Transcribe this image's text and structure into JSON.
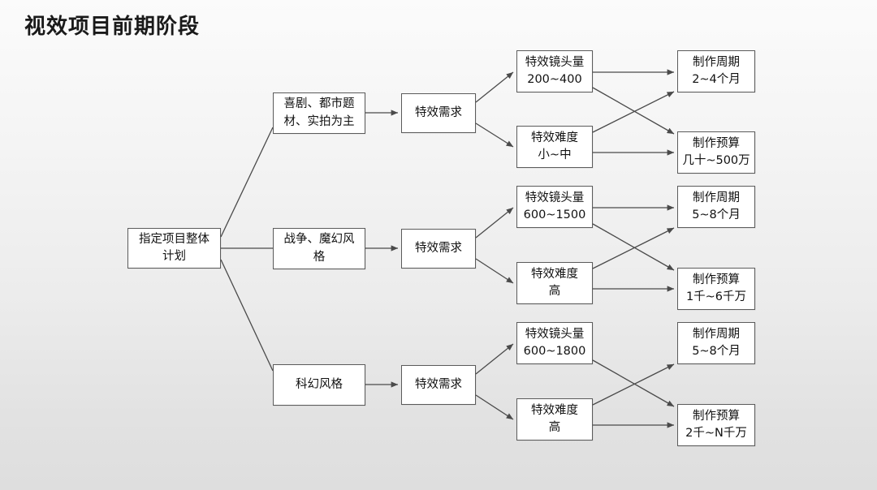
{
  "title": "视效项目前期阶段",
  "theme": {
    "node_fill": "#ffffff",
    "node_border": "#5b5b5b",
    "edge_color": "#4a4a4a",
    "text_color": "#111111",
    "background_top": "#fbfbfb",
    "background_bottom": "#dedede"
  },
  "root": {
    "line1": "指定项目整体",
    "line2": "计划"
  },
  "branches": [
    {
      "id": "branch-comedy",
      "genre": {
        "line1": "喜剧、都市题",
        "line2": "材、实拍为主"
      },
      "demand": {
        "line1": "特效需求",
        "line2": ""
      },
      "shots": {
        "line1": "特效镜头量",
        "line2": "200~400"
      },
      "difficulty": {
        "line1": "特效难度",
        "line2": "小~中"
      },
      "schedule": {
        "line1": "制作周期",
        "line2": "2~4个月"
      },
      "budget": {
        "line1": "制作预算",
        "line2": "几十~500万"
      }
    },
    {
      "id": "branch-war-fantasy",
      "genre": {
        "line1": "战争、魔幻风",
        "line2": "格"
      },
      "demand": {
        "line1": "特效需求",
        "line2": ""
      },
      "shots": {
        "line1": "特效镜头量",
        "line2": "600~1500"
      },
      "difficulty": {
        "line1": "特效难度",
        "line2": "高"
      },
      "schedule": {
        "line1": "制作周期",
        "line2": "5~8个月"
      },
      "budget": {
        "line1": "制作预算",
        "line2": "1千~6千万"
      }
    },
    {
      "id": "branch-scifi",
      "genre": {
        "line1": "科幻风格",
        "line2": ""
      },
      "demand": {
        "line1": "特效需求",
        "line2": ""
      },
      "shots": {
        "line1": "特效镜头量",
        "line2": "600~1800"
      },
      "difficulty": {
        "line1": "特效难度",
        "line2": "高"
      },
      "schedule": {
        "line1": "制作周期",
        "line2": "5~8个月"
      },
      "budget": {
        "line1": "制作预算",
        "line2": "2千~N千万"
      }
    }
  ]
}
